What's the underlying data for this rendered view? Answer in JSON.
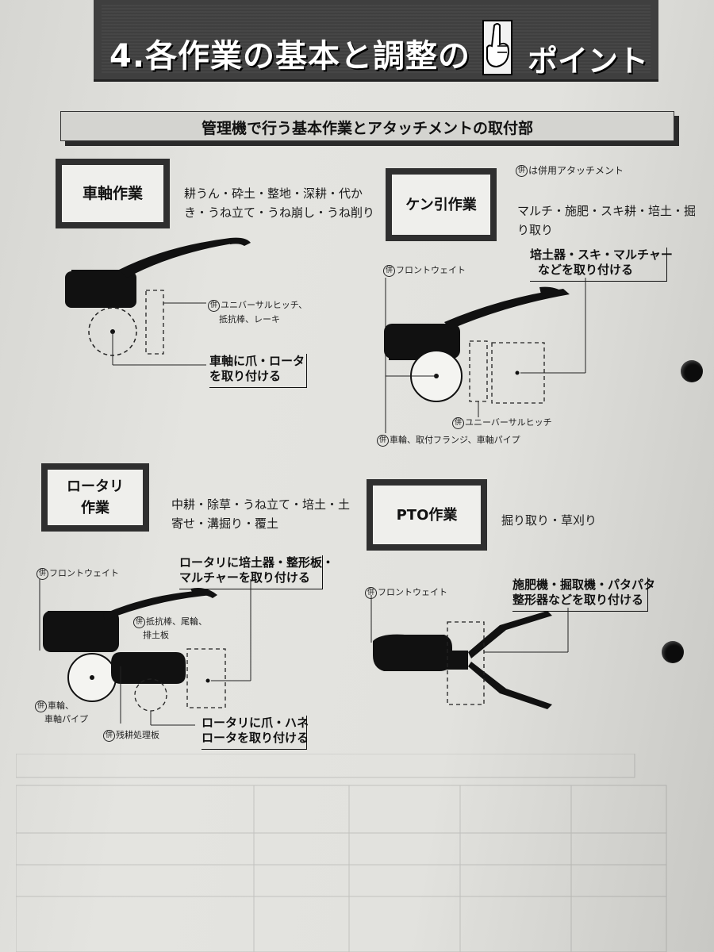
{
  "header": {
    "title_left": "4.各作業の基本と調整の",
    "title_right": "ポイント",
    "icon": "pointing-hand-icon"
  },
  "subheading": "管理機で行う基本作業とアタッチメントの取付部",
  "legend_note": "は併用アタッチメント",
  "legend_mark": "併",
  "sections": {
    "axle": {
      "label": "車軸作業",
      "desc_line1": "耕うん・砕土・整地・深耕・代か",
      "desc_line2": "き・うね立て・うね崩し・うね削り",
      "note1": "ユニバーサルヒッチ、",
      "note2": "抵抗棒、レーキ",
      "callout_line1": "車軸に爪・ロータ",
      "callout_line2": "を取り付ける"
    },
    "traction": {
      "label": "ケン引作業",
      "desc_line1": "マルチ・施肥・スキ耕・培土・掘",
      "desc_line2": "り取り",
      "note_front": "フロントウェイト",
      "callout_line1": "培土器・スキ・マルチャー",
      "callout_line2": "などを取り付ける",
      "note_hitch": "ユニーバーサルヒッチ",
      "note_wheel": "車輪、取付フランジ、車軸パイプ"
    },
    "rotary": {
      "label_line1": "ロータリ",
      "label_line2": "作業",
      "desc_line1": "中耕・除草・うね立て・培土・土",
      "desc_line2": "寄せ・溝掘り・覆土",
      "note_front": "フロントウェイト",
      "callout_top_line1": "ロータリに培土器・整形板・",
      "callout_top_line2": "マルチャーを取り付ける",
      "note_resist1": "抵抗棒、尾輪、",
      "note_resist2": "排土板",
      "note_wheel1": "車輪、",
      "note_wheel2": "車軸パイプ",
      "note_residue": "残耕処理板",
      "callout_bottom_line1": "ロータリに爪・ハネ",
      "callout_bottom_line2": "ロータを取り付ける"
    },
    "pto": {
      "label": "PTO作業",
      "desc": "掘り取り・草刈り",
      "note_front": "フロントウェイト",
      "callout_line1": "施肥機・掘取機・パタパタ",
      "callout_line2": "整形器などを取り付ける"
    }
  },
  "colors": {
    "title_band": "#3f3f3f",
    "ink": "#111111",
    "paper": "#e2e2de"
  }
}
